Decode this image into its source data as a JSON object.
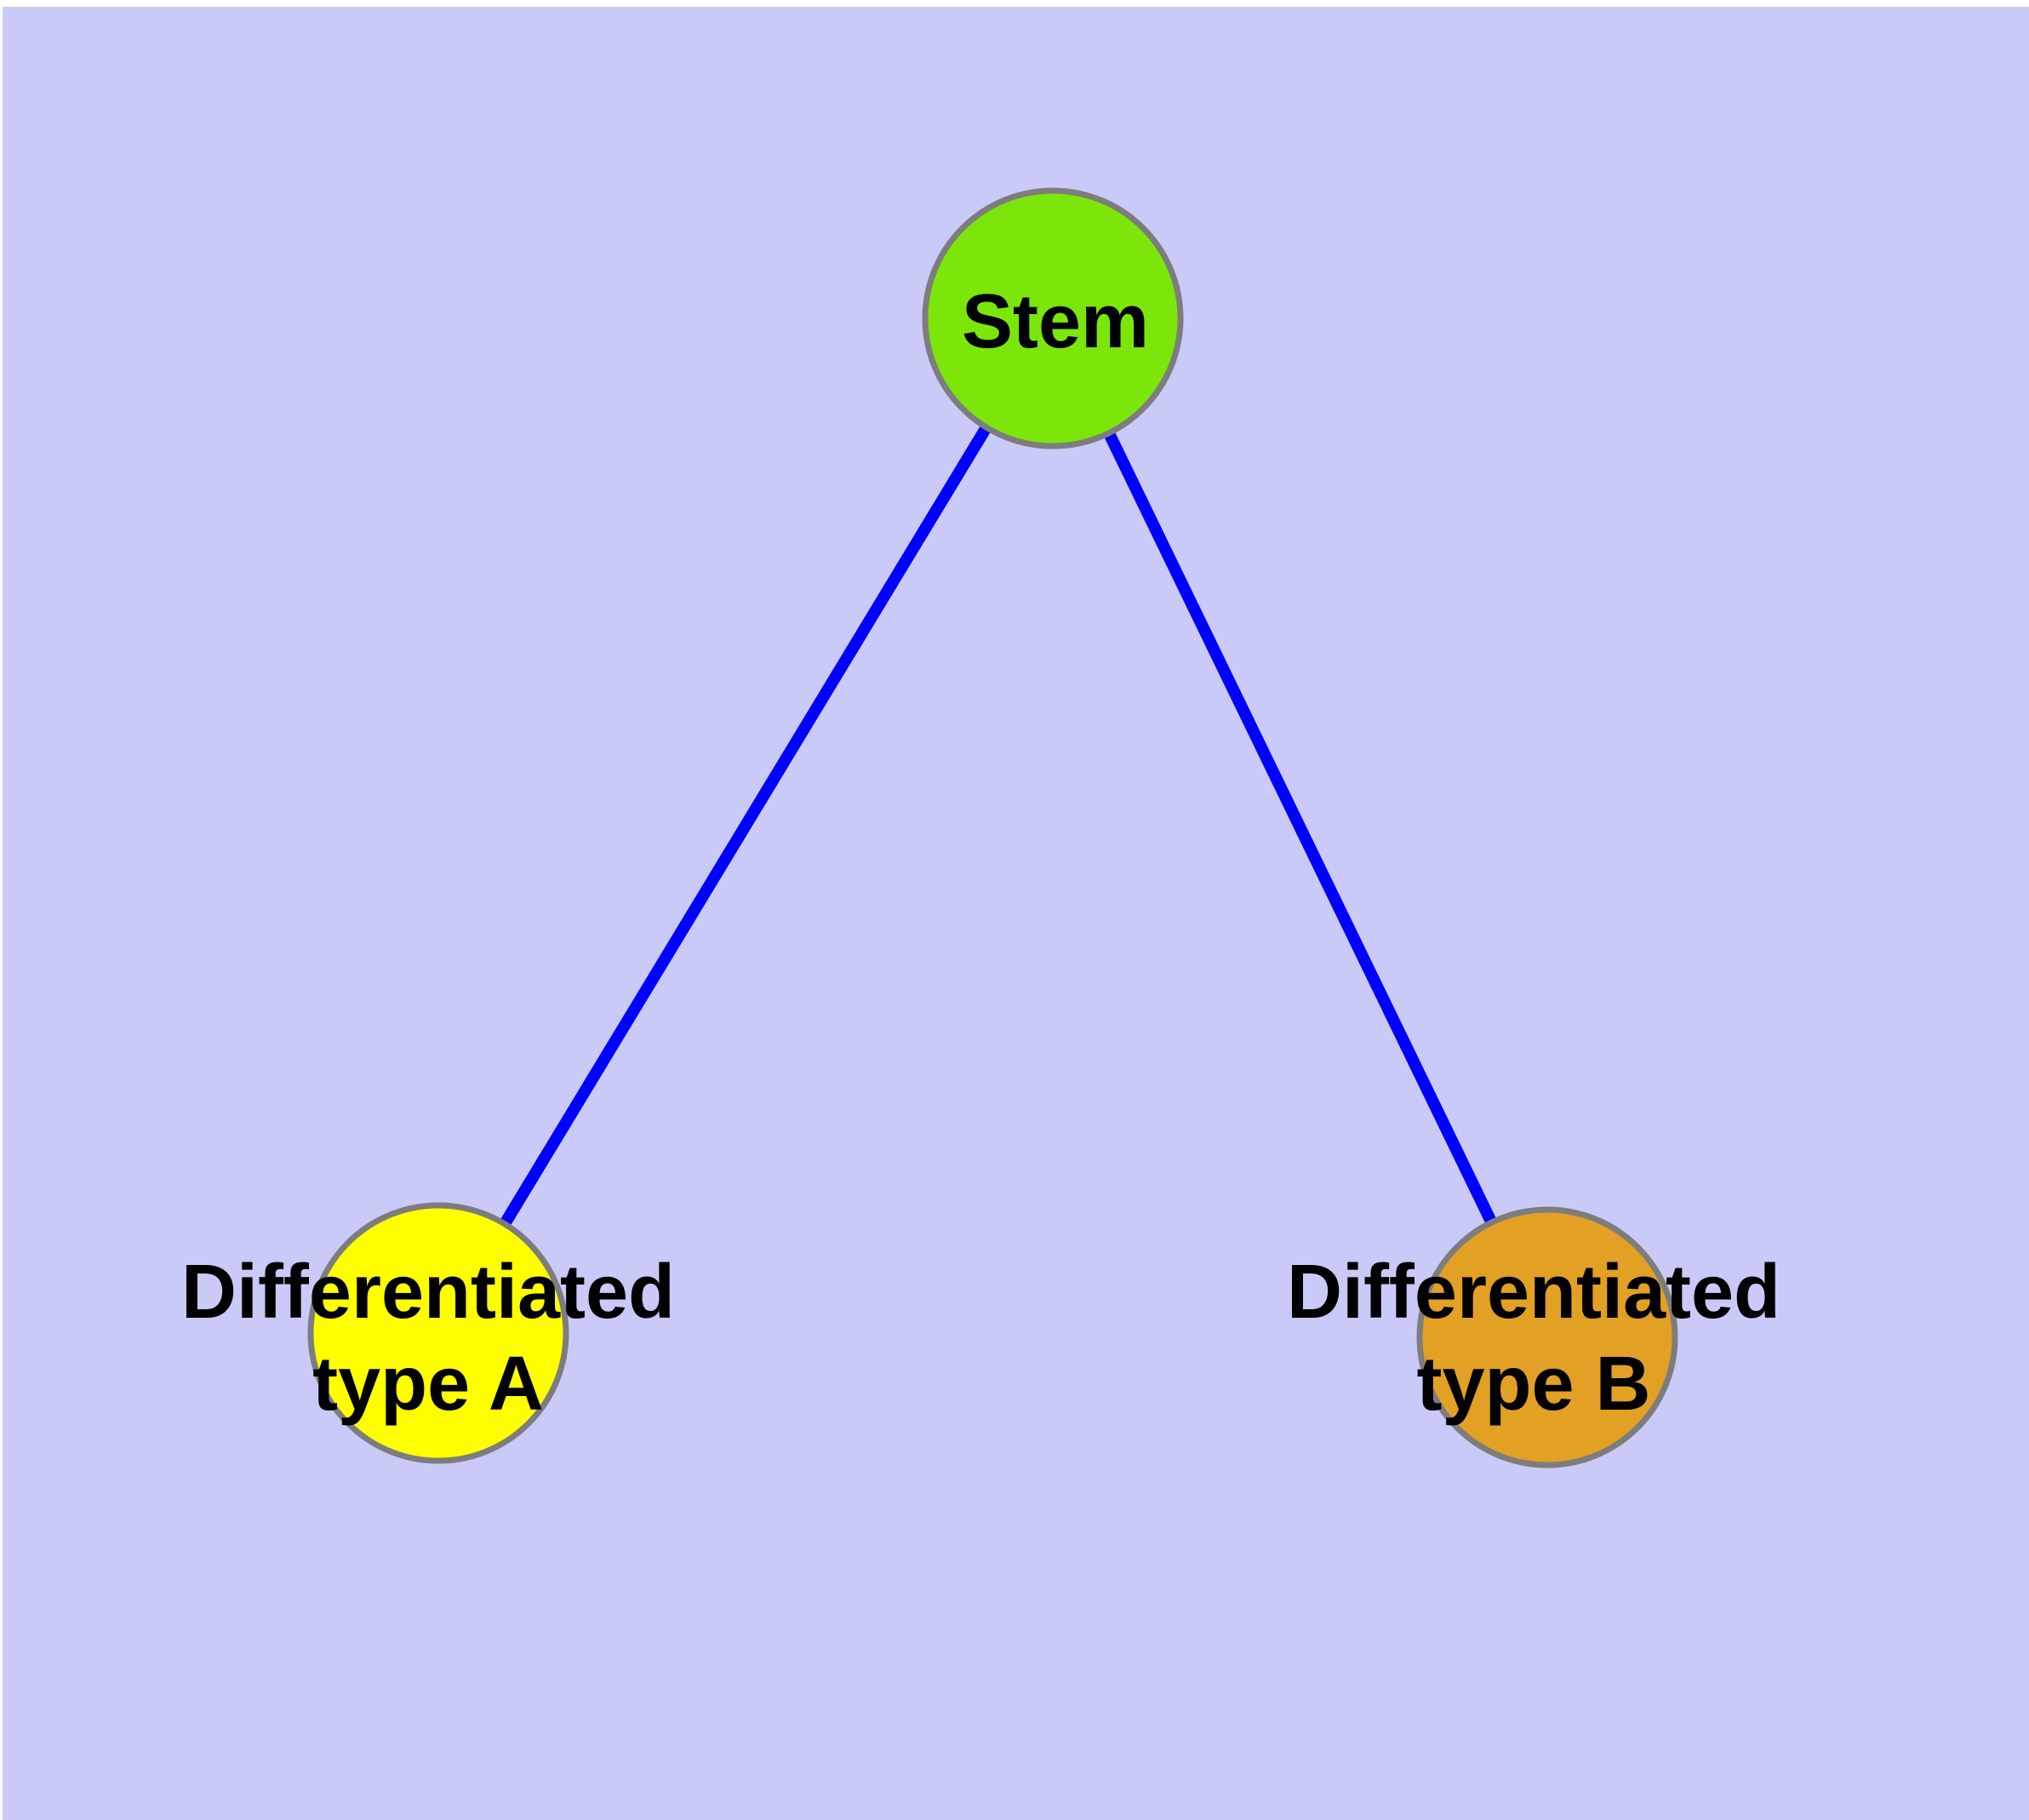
{
  "diagram": {
    "background_color": "#cacaf8",
    "margin_color": "#ffffff",
    "edge_color": "#0000ff",
    "node_border_color": "#7d7d7d",
    "label_color": "#000000",
    "nodes": [
      {
        "id": "stem",
        "label": "Stem",
        "lines": [
          "Stem"
        ],
        "fill": "#7ce60a"
      },
      {
        "id": "differentiated-type-a",
        "label": "Differentiated type A",
        "lines": [
          "Differentiated",
          "type A"
        ],
        "fill": "#ffff00"
      },
      {
        "id": "differentiated-type-b",
        "label": "Differentiated type B",
        "lines": [
          "Differentiated",
          "type B"
        ],
        "fill": "#e2a024"
      }
    ],
    "edges": [
      {
        "from": "stem",
        "to": "differentiated-type-a"
      },
      {
        "from": "stem",
        "to": "differentiated-type-b"
      }
    ]
  }
}
